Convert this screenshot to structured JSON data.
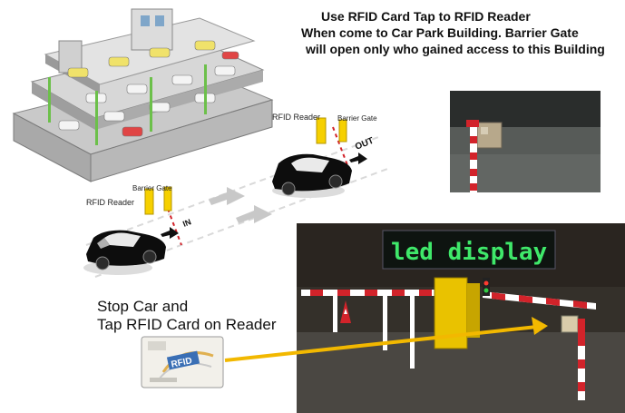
{
  "description": {
    "line1": "Use RFID Card Tap to RFID Reader",
    "line2": "When come to Car Park Building. Barrier Gate",
    "line3": "will open only who gained access to this Building"
  },
  "diagram": {
    "rfid_reader_top": "RFID Reader",
    "barrier_gate_top": "Barrier Gate",
    "rfid_reader_left": "RFID Reader",
    "barrier_gate_left": "Barrier Gate",
    "out_label": "OUT",
    "in_label": "IN"
  },
  "instruction": {
    "line1": "Stop Car and",
    "line2": "Tap RFID Card on Reader"
  },
  "rfid_card": {
    "logo_text": "RFID"
  },
  "led_sign": {
    "text": "led display",
    "color": "#3fe86a"
  },
  "colors": {
    "arrow": "#f2b800",
    "barrier_red": "#d2232a",
    "reader_yellow": "#f6d000"
  }
}
